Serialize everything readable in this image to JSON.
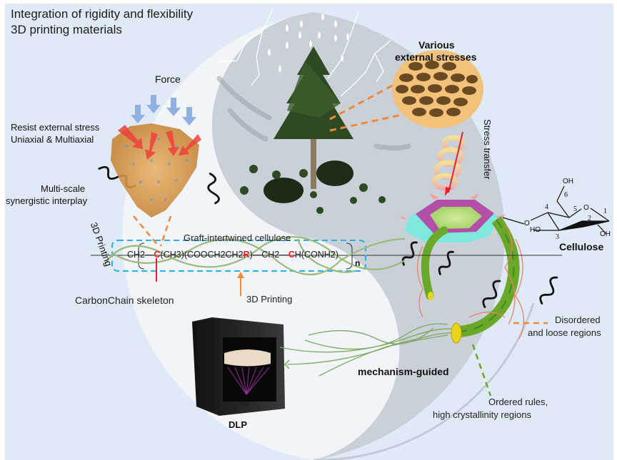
{
  "title": {
    "line1": "Integration of rigidity and flexibility",
    "line2": "3D printing materials"
  },
  "labels": {
    "force": "Force",
    "resist_line1": "Resist external stress",
    "resist_line2": "Uniaxial & Multiaxial",
    "multiscale_line1": "Multi-scale",
    "multiscale_line2": "synergistic interplay",
    "printing_rotated": "3D Printing",
    "graft": "Graft-intertwined cellulose",
    "carbon_chain": "CarbonChain skeleton",
    "printing_arrow": "3D Printing",
    "dlp": "DLP",
    "mechanism": "mechanism-guided",
    "stresses_line1": "Various",
    "stresses_line2": "external stresses",
    "stress_transfer": "Stress transfer",
    "cellulose": "Cellulose",
    "disordered_line1": "Disordered",
    "disordered_line2": "and loose regions",
    "ordered_line1": "Ordered rules,",
    "ordered_line2": "high crystallinity regions"
  },
  "formula": {
    "seg1": "CH2—",
    "c1": "C",
    "seg2": "(CH3)(COOCH2CH2",
    "r": "R",
    "seg3": ")—CH2—",
    "c2": "C",
    "seg4": "H(CONH2)",
    "repeat": "n"
  },
  "cellulose_structure": {
    "oh_top": "OH",
    "o_ring": "O",
    "o_link": "O",
    "ho_left": "HO",
    "oh_right": "OH",
    "num1": "1",
    "num2": "2",
    "num3": "3",
    "num4": "4",
    "num5": "5",
    "num6": "6"
  },
  "colors": {
    "background": "#dfeaf6",
    "yin_light": "#f1f5fa",
    "yin_gray": "#c9d0d8",
    "accent_orange": "#f08a3a",
    "accent_red": "#e8202a",
    "dash_blue": "#29aee8",
    "fiber_green": "#6aa82a"
  }
}
